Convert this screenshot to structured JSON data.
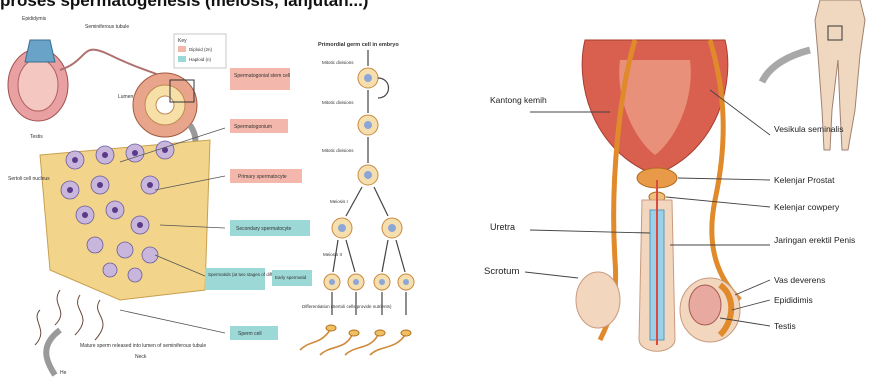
{
  "top_caption": "proses spermatogenesis (meiosis, lanjutan...)",
  "spermatogenesis": {
    "key_title": "Key",
    "key_diploid": "Diploid (2n)",
    "key_haploid": "Haploid (n)",
    "label_epididymis": "Epididymis",
    "label_tubule": "Seminiferous tubule",
    "label_testis": "Testis",
    "label_lumen": "Lumen",
    "label_sertoli": "Sertoli cell nucleus",
    "label_primordial": "Primordial germ cell in embryo",
    "label_mitotic1": "Mitotic divisions",
    "label_mitotic2": "Mitotic divisions",
    "label_mitotic3": "Mitotic divisions",
    "label_meiosis1": "Meiosis I",
    "label_meiosis2": "Meiosis II",
    "label_stem": "Spermatogonial stem cell",
    "label_spermatogonium": "Spermatogonium",
    "label_primary": "Primary spermatocyte",
    "label_secondary": "Secondary spermatocyte",
    "label_spermatids": "Spermatids (at two stages of differentiation)",
    "label_early": "Early spermatid",
    "label_differentiation": "Differentiation (Sertoli cells provide nutrients)",
    "label_sperm": "Sperm cell",
    "label_mature": "Mature sperm released into lumen of seminiferous tubule",
    "label_neck": "Neck",
    "label_head": "He"
  },
  "anatomy": {
    "label_kantong": "Kantong kemih",
    "label_vesikula": "Vesikula seminalis",
    "label_prostat": "Kelenjar Prostat",
    "label_cowpery": "Kelenjar cowpery",
    "label_uretra": "Uretra",
    "label_jaringan": "Jaringan erektil Penis",
    "label_scrotum": "Scrotum",
    "label_vas": "Vas deverens",
    "label_epididimis": "Epididimis",
    "label_testis": "Testis"
  },
  "colors": {
    "tissue": "#f2d58a",
    "bladder": "#d9604e",
    "pink_box": "#f3b7ab",
    "teal_box": "#9bd8d6",
    "duct": "#e08a2c"
  }
}
